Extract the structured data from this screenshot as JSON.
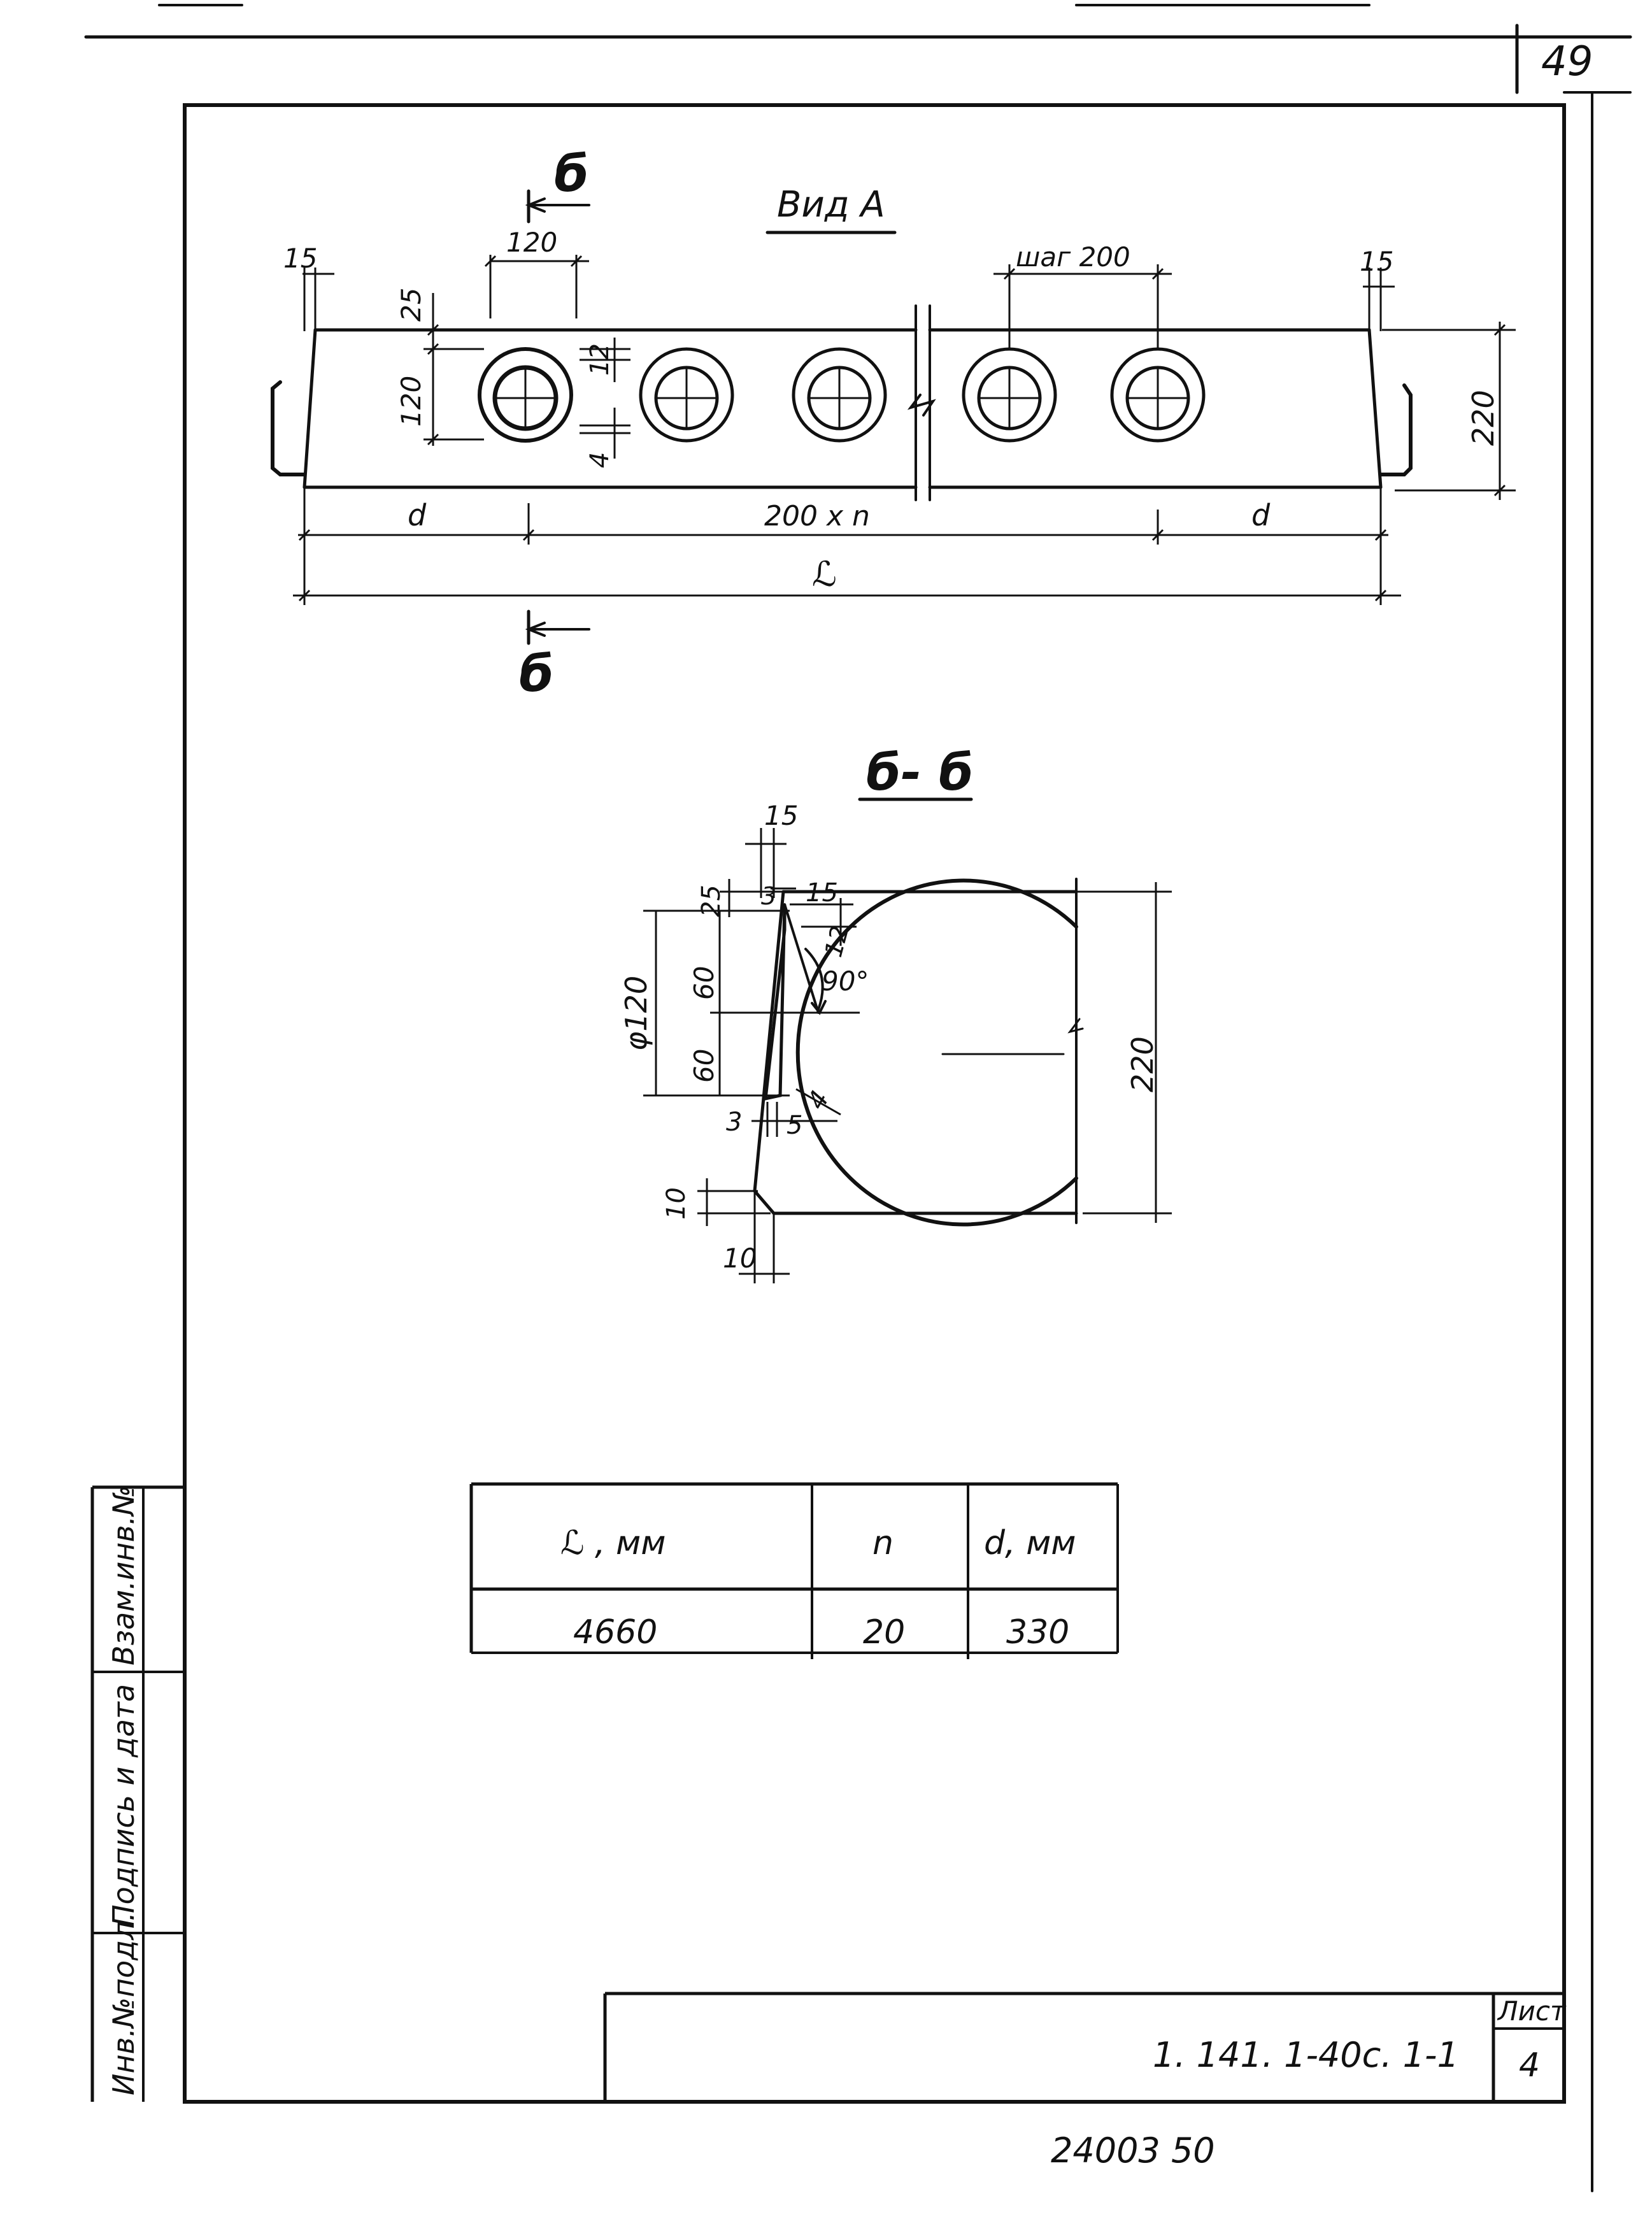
{
  "sheet_number_top": "49",
  "view_a": {
    "title": "Вид А",
    "section_mark": "б",
    "dims": {
      "top_left_edge": "15",
      "top_right_edge": "15",
      "opening": "120",
      "pitch": "шаг 200",
      "top_offset": "25",
      "hole_height": "120",
      "upper_gap": "12",
      "lower_gap": "4",
      "height": "220",
      "left_end": "d",
      "middle": "200 x n",
      "right_end": "d",
      "length": "ℒ"
    }
  },
  "section_bb": {
    "title": "б- б",
    "dims": {
      "top": "15",
      "offset_top": "25",
      "three_top": "3",
      "fifteen_right": "15",
      "twelve": "12",
      "angle": "90°",
      "sixty_a": "60",
      "sixty_b": "60",
      "diameter": "φ120",
      "four": "4",
      "three_bottom": "3",
      "five": "5",
      "ten_v": "10",
      "ten_h": "10",
      "height": "220"
    }
  },
  "table": {
    "headers": [
      "ℒ , мм",
      "n",
      "d, мм"
    ],
    "rows": [
      [
        "4660",
        "20",
        "330"
      ]
    ]
  },
  "side_stamp": {
    "cells": [
      "Взам.инв.№",
      "Подпись и дата",
      "Инв.№подл."
    ]
  },
  "title_block": {
    "doc_code": "1. 141. 1-40с. 1-1",
    "sheet_label": "Лист",
    "sheet_value": "4"
  },
  "bottom_note": "24003  50"
}
